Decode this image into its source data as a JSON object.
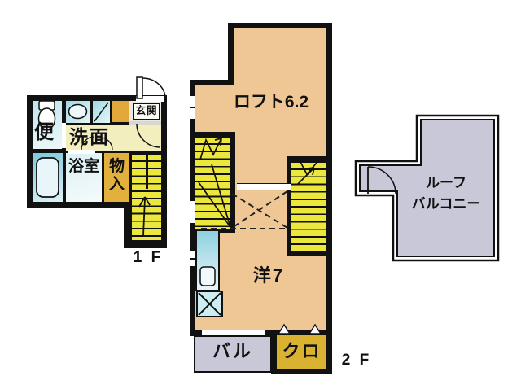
{
  "floor1": {
    "floor_label": "1 F",
    "toilet_label": "便",
    "washroom_label": "洗面",
    "entrance_label": "玄関",
    "bathroom_label": "浴室",
    "storage_label": "物入"
  },
  "floor2": {
    "floor_label": "2 F",
    "loft_label": "ロフト6.2",
    "room_label": "洋7",
    "balcony_label": "バル",
    "closet_label": "クロ"
  },
  "roof_balcony": {
    "label_line1": "ルーフ",
    "label_line2": "バルコニー"
  },
  "colors": {
    "wall": "#111111",
    "room_tan": "#efc795",
    "stairs_yellow": "#ece73d",
    "storage_orange": "#e2b03c",
    "closet_gold": "#d9b232",
    "washroom_cream": "#f2eebe",
    "fixture_cyan": "#9ed9e6",
    "balcony_lavender": "#c9c8d8"
  }
}
